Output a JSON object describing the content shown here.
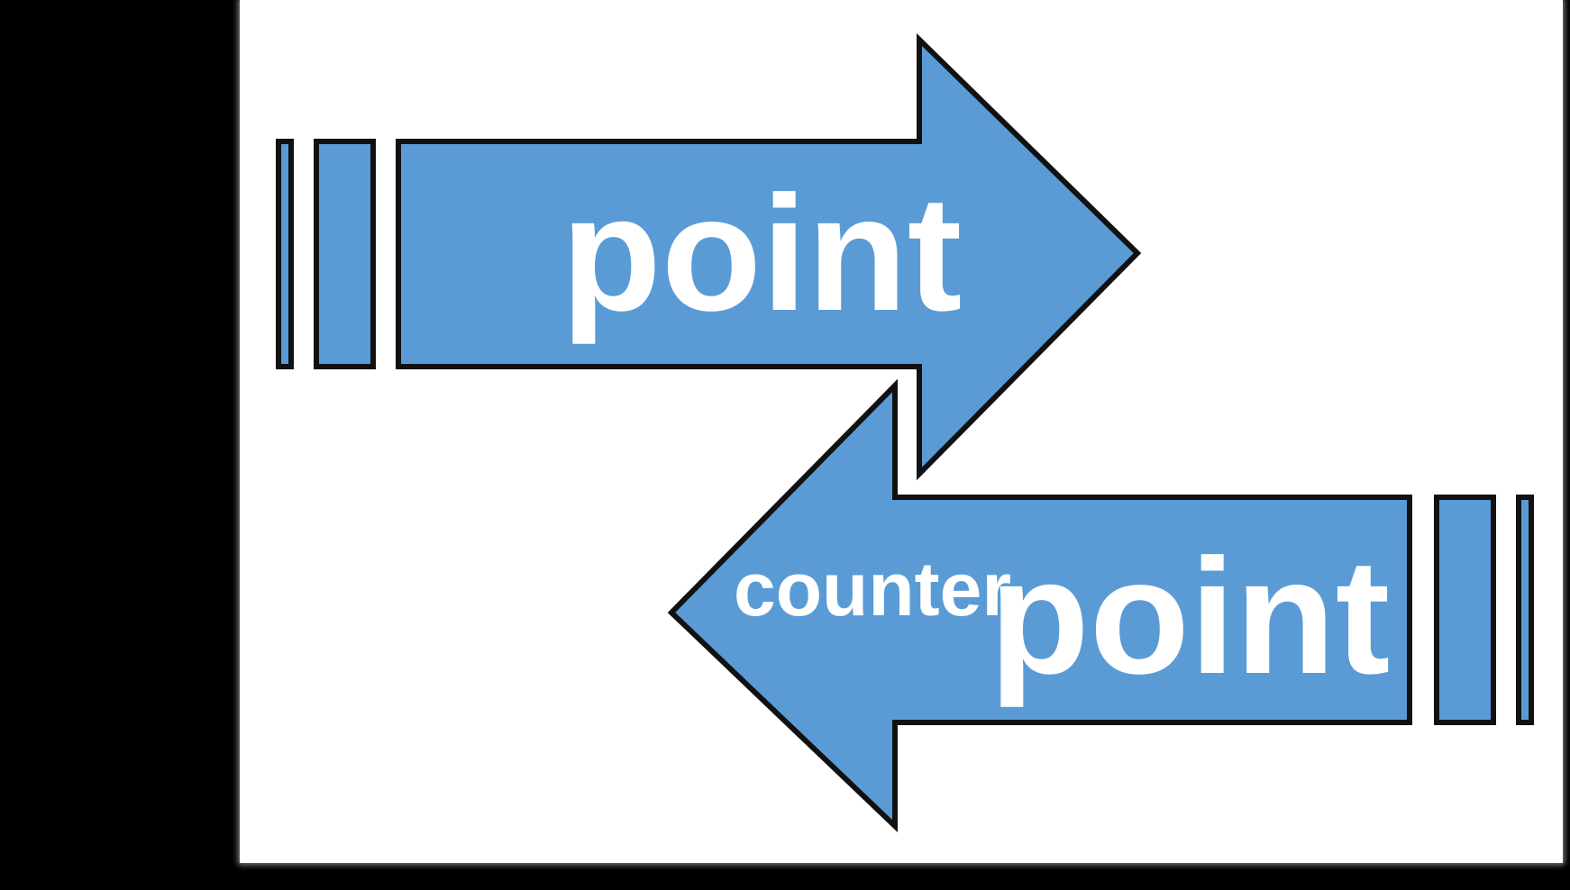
{
  "colors": {
    "background": "#000000",
    "card": "#ffffff",
    "arrow_fill": "#5b9bd5",
    "arrow_stroke": "#111111",
    "text": "#ffffff"
  },
  "top_arrow": {
    "direction": "right",
    "label": "point"
  },
  "bottom_arrow": {
    "direction": "left",
    "prefix": "counter",
    "label": "point"
  }
}
